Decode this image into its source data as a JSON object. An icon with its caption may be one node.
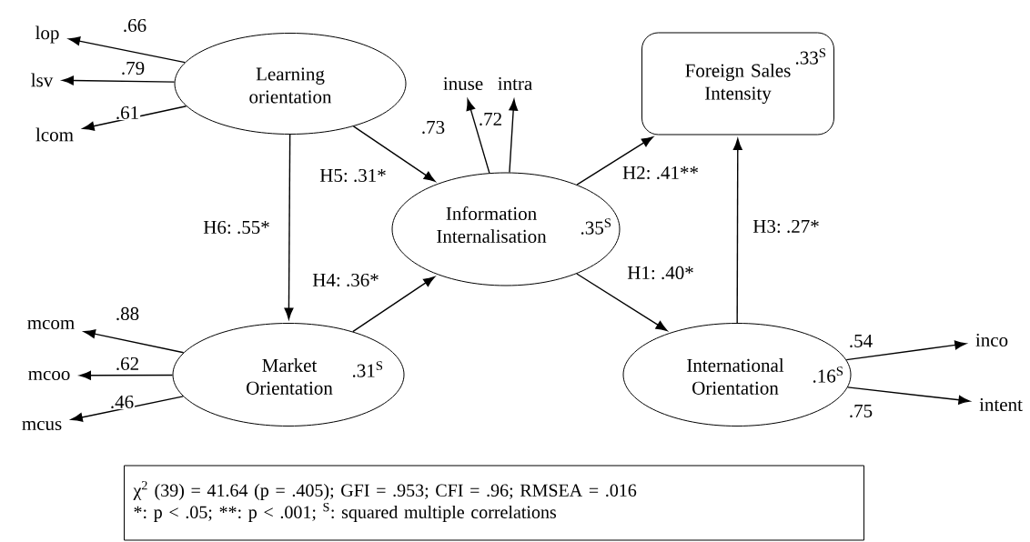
{
  "diagram": {
    "nodes": [
      {
        "text": [
          "Learning orientation"
        ]
      },
      {
        "text": [
          "Information Internalisation",
          ".35$^{S}$"
        ]
      },
      {
        "text": [
          "Foreign Sales Intensity",
          ".33$^{S}$"
        ]
      },
      {
        "text": [
          "Market Orientation",
          ".31$^{S}$"
        ]
      },
      {
        "text": [
          "International Orientation",
          ".16$^{S}$"
        ]
      },
      {
        "text": [
          "lop"
        ]
      },
      {
        "text": [
          "lsv"
        ]
      },
      {
        "text": [
          "lcom"
        ]
      },
      {
        "text": [
          "inuse"
        ]
      },
      {
        "text": [
          "intra"
        ]
      },
      {
        "text": [
          "mcom"
        ]
      },
      {
        "text": [
          "mcoo"
        ]
      },
      {
        "text": [
          "mcus"
        ]
      },
      {
        "text": [
          "inco"
        ]
      },
      {
        "text": [
          "intent"
        ]
      },
      {
        "text": [
          "χ$^{2}$ (39) = 41.64 (p = .405); GFI = .953; CFI = .96; RMSEA = .016",
          "*: p < .05; **: p < .001; $^{S}$: squared multiple correlations"
        ]
      }
    ],
    "edges": [
      {
        "from": 0,
        "to": 5,
        "arrow": "to",
        "label": ".66"
      },
      {
        "from": 0,
        "to": 6,
        "arrow": "to",
        "label": ".79"
      },
      {
        "from": 0,
        "to": 7,
        "arrow": "to",
        "label": ".61"
      },
      {
        "from": 1,
        "to": 8,
        "arrow": "to",
        "label": ".73"
      },
      {
        "from": 1,
        "to": 9,
        "arrow": "to",
        "label": ".72"
      },
      {
        "from": 3,
        "to": 10,
        "arrow": "to",
        "label": ".88"
      },
      {
        "from": 3,
        "to": 11,
        "arrow": "to",
        "label": ".62"
      },
      {
        "from": 3,
        "to": 12,
        "arrow": "to",
        "label": ".46"
      },
      {
        "from": 4,
        "to": 13,
        "arrow": "to",
        "label": ".54"
      },
      {
        "from": 4,
        "to": 14,
        "arrow": "to",
        "label": ".75"
      },
      {
        "from": 0,
        "to": 1,
        "arrow": "to",
        "label": "H5: .31*"
      },
      {
        "from": 0,
        "to": 3,
        "arrow": "to",
        "label": "H6: .55*"
      },
      {
        "from": 3,
        "to": 1,
        "arrow": "to",
        "label": "H4: .36*"
      },
      {
        "from": 1,
        "to": 2,
        "arrow": "to",
        "label": "H2: .41**"
      },
      {
        "from": 1,
        "to": 4,
        "arrow": "to",
        "label": "H1: .40*"
      },
      {
        "from": 4,
        "to": 2,
        "arrow": "to",
        "label": "H3: .27*"
      }
    ]
  }
}
